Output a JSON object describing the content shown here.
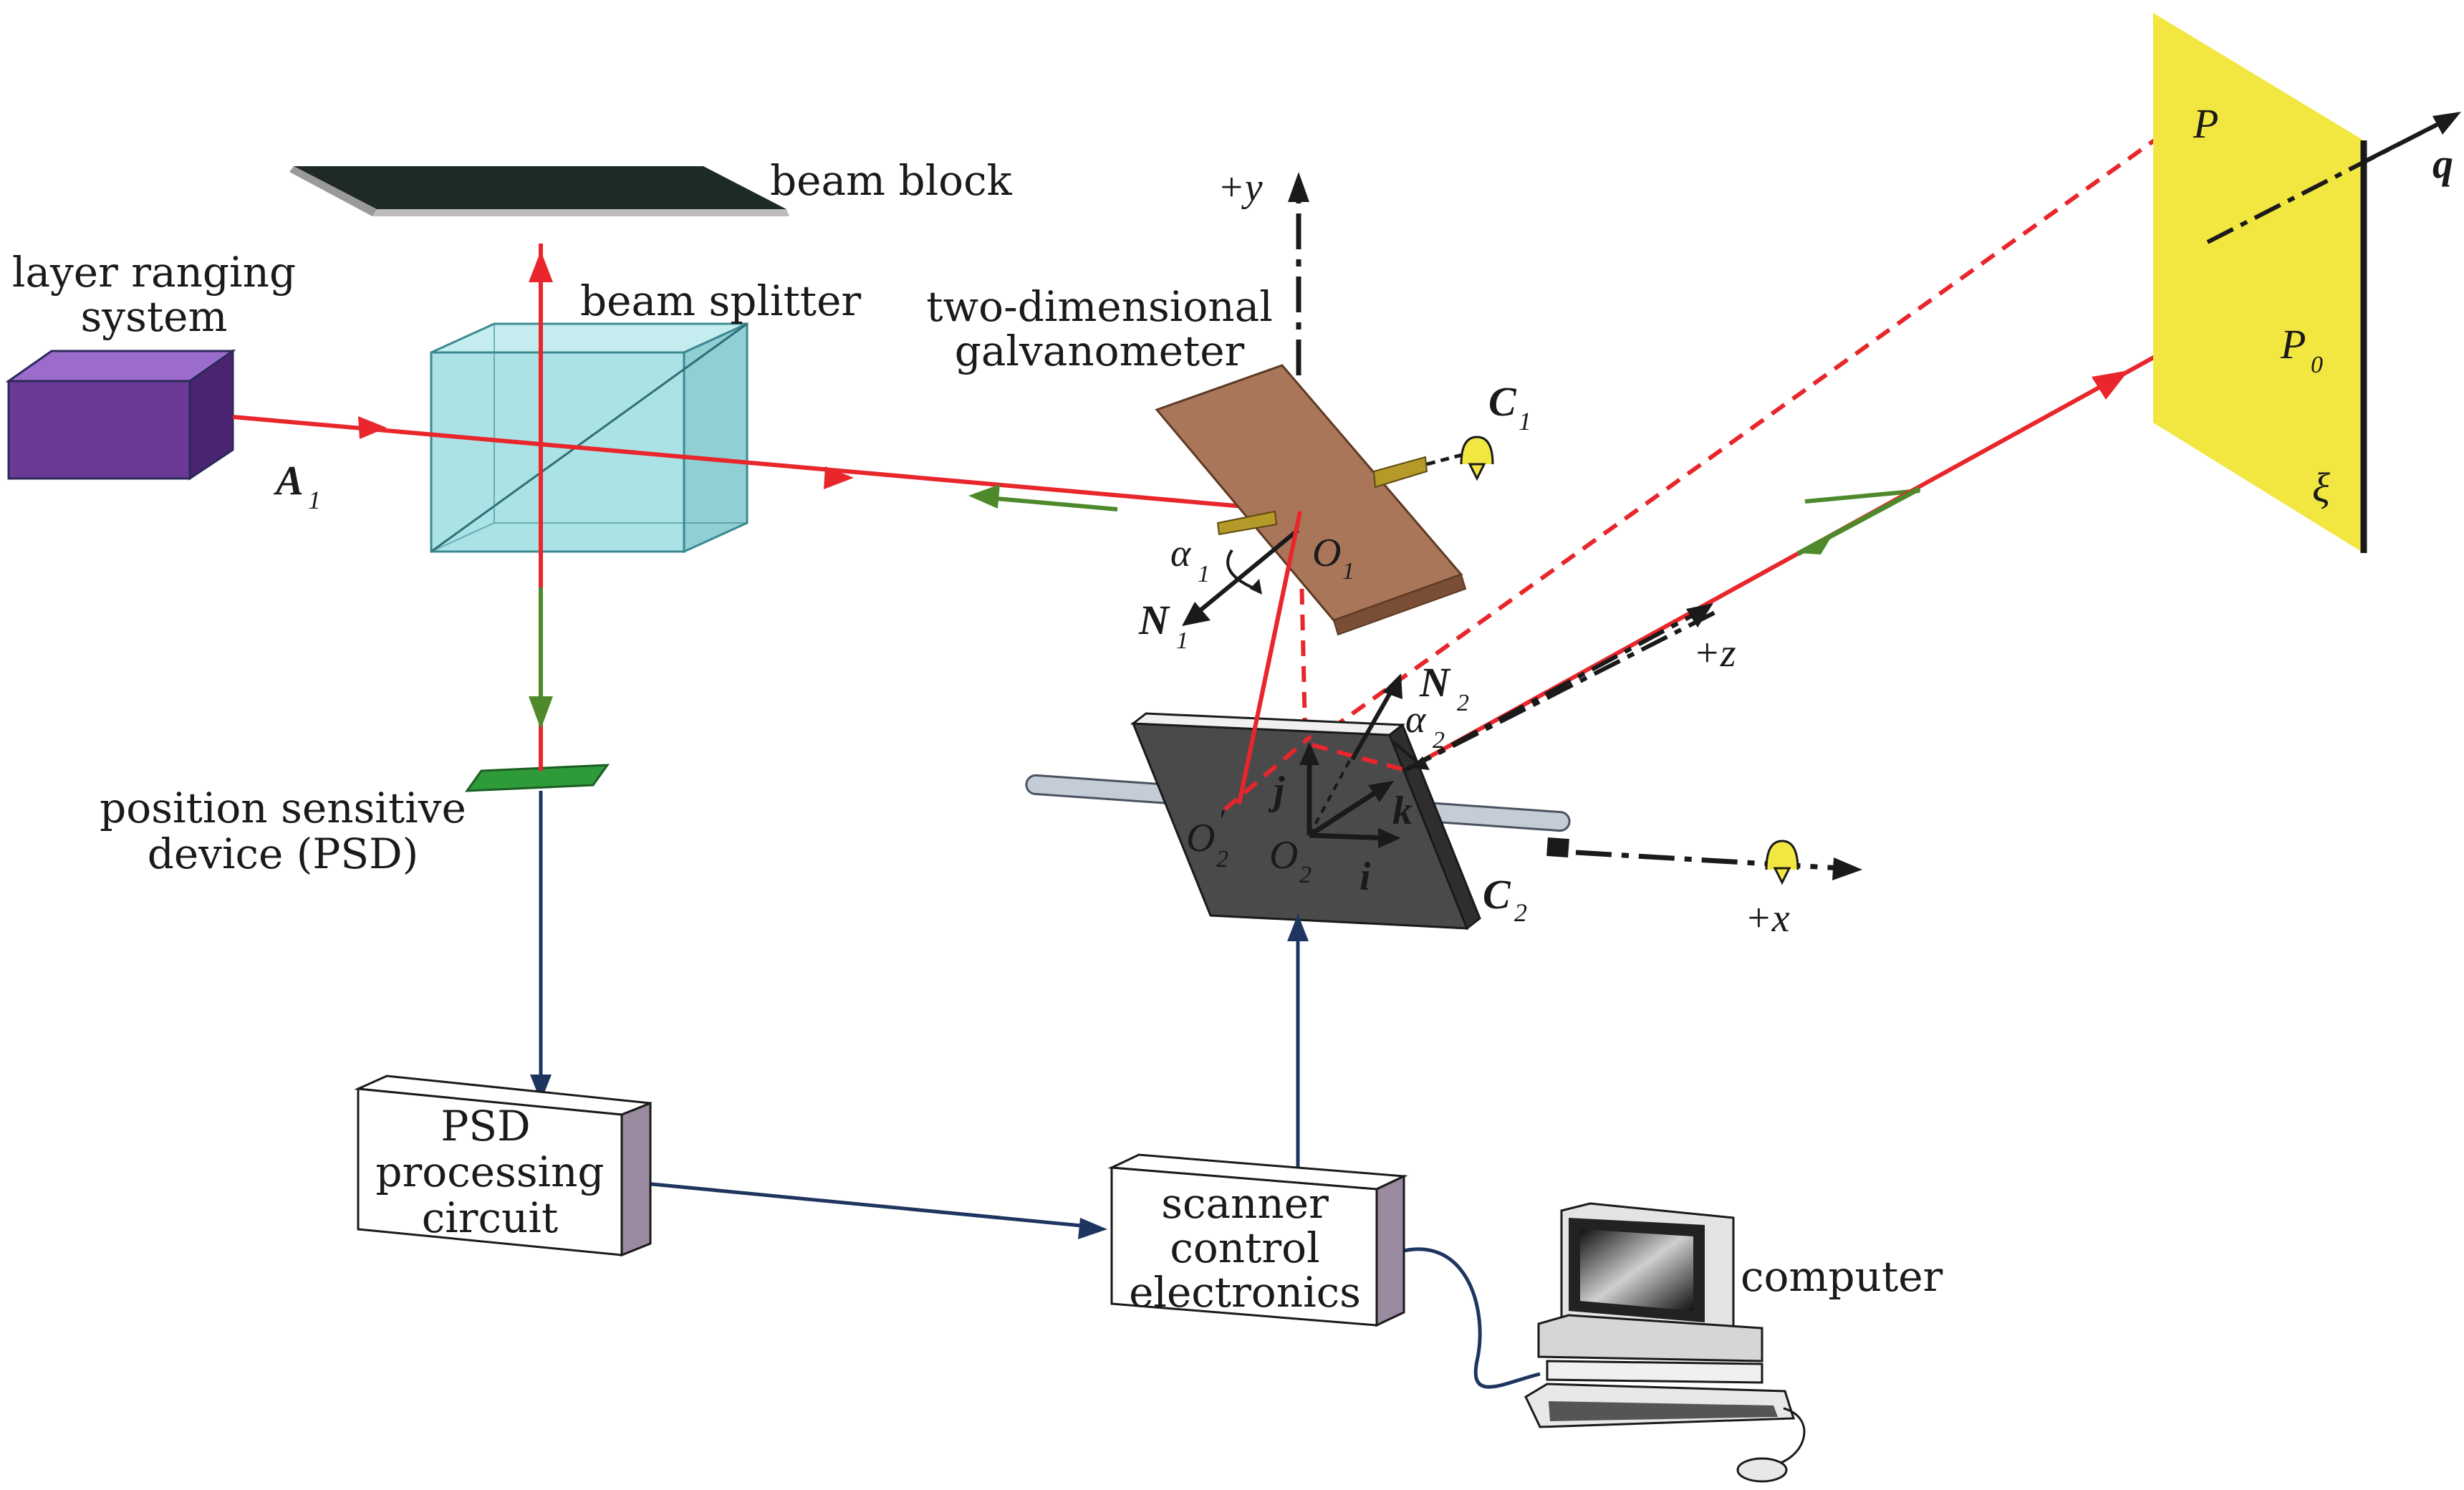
{
  "labels": {
    "beam_block": "beam block",
    "layer_ranging": [
      "layer ranging",
      "system"
    ],
    "beam_splitter": "beam splitter",
    "galvanometer": [
      "two-dimensional",
      "galvanometer"
    ],
    "psd_device": [
      "position sensitive",
      "device (PSD)"
    ],
    "psd_circuit": [
      "PSD",
      "processing",
      "circuit"
    ],
    "scanner": [
      "scanner",
      "control",
      "electronics"
    ],
    "computer": "computer"
  },
  "symbols": {
    "A1": "A",
    "A1_sub": "1",
    "C1": "C",
    "C1_sub": "1",
    "C2": "C",
    "C2_sub": "2",
    "O1": "O",
    "O1_sub": "1",
    "O2": "O",
    "O2_sub": "2",
    "O2p": "O",
    "O2p_sub": "2",
    "O2p_prime": "′",
    "N1": "N",
    "N1_sub": "1",
    "N2": "N",
    "N2_sub": "2",
    "alpha1": "α",
    "alpha1_sub": "1",
    "alpha2": "α",
    "alpha2_sub": "2",
    "P": "P",
    "P0": "P",
    "P0_sub": "0",
    "q": "q",
    "xi": "ξ",
    "i": "i",
    "j": "j",
    "k": "k",
    "plus_y": "+y",
    "plus_x": "+x",
    "plus_z": "+z"
  },
  "colors": {
    "laser_red": "#e8262b",
    "return_green": "#4e8a2c",
    "signal_navy": "#1e3560",
    "target_yellow": "#f2e640",
    "laser_box_purple": "#6a3a96",
    "splitter_cyan": "#8fd8dd",
    "mirror1_brown": "#a9765a",
    "mirror2_gray": "#4a4a4a",
    "psd_green": "#2e9a3a",
    "box_gray": "#9a8aa0"
  }
}
